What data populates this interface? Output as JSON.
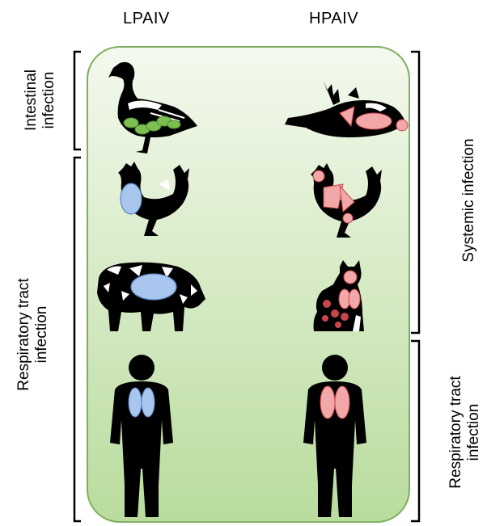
{
  "columns": {
    "left": "LPAIV",
    "right": "HPAIV"
  },
  "left_labels": {
    "intestinal": [
      "Intestinal",
      "infection"
    ],
    "respiratory": [
      "Respiratory tract",
      "infection"
    ]
  },
  "right_labels": {
    "systemic": [
      "Systemic infection"
    ],
    "respiratory": [
      "Respiratory tract",
      "infection"
    ]
  },
  "colors": {
    "panel_top": "#f4f9ee",
    "panel_bottom": "#b9dc9d",
    "panel_border": "#7fae62",
    "silhouette": "#000000",
    "lpaiv_intestine": "#7cbf52",
    "lpaiv_lung": "#a9c6ee",
    "hpaiv_organ": "#f2a8a8",
    "hpaiv_organ_dark": "#c8474d"
  },
  "icons": [
    "duck-icon",
    "dead-bird-icon",
    "chicken-icon",
    "chicken-icon",
    "pig-icon",
    "cat-icon",
    "human-icon",
    "human-icon"
  ]
}
